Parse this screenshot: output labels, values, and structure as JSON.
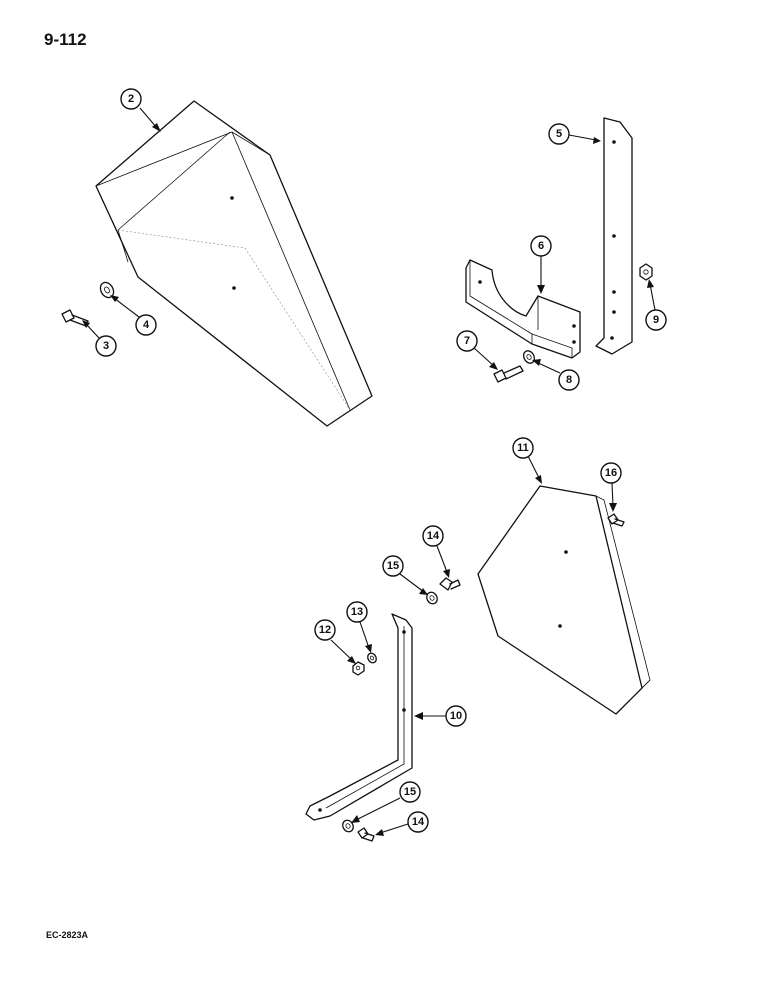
{
  "page": {
    "number": "9-112",
    "figure_code": "EC-2823A"
  },
  "callouts": {
    "c2": "2",
    "c3": "3",
    "c4": "4",
    "c5": "5",
    "c6": "6",
    "c7": "7",
    "c8": "8",
    "c9": "9",
    "c10": "10",
    "c11": "11",
    "c12": "12",
    "c13": "13",
    "c14a": "14",
    "c14b": "14",
    "c15a": "15",
    "c15b": "15",
    "c16": "16"
  }
}
